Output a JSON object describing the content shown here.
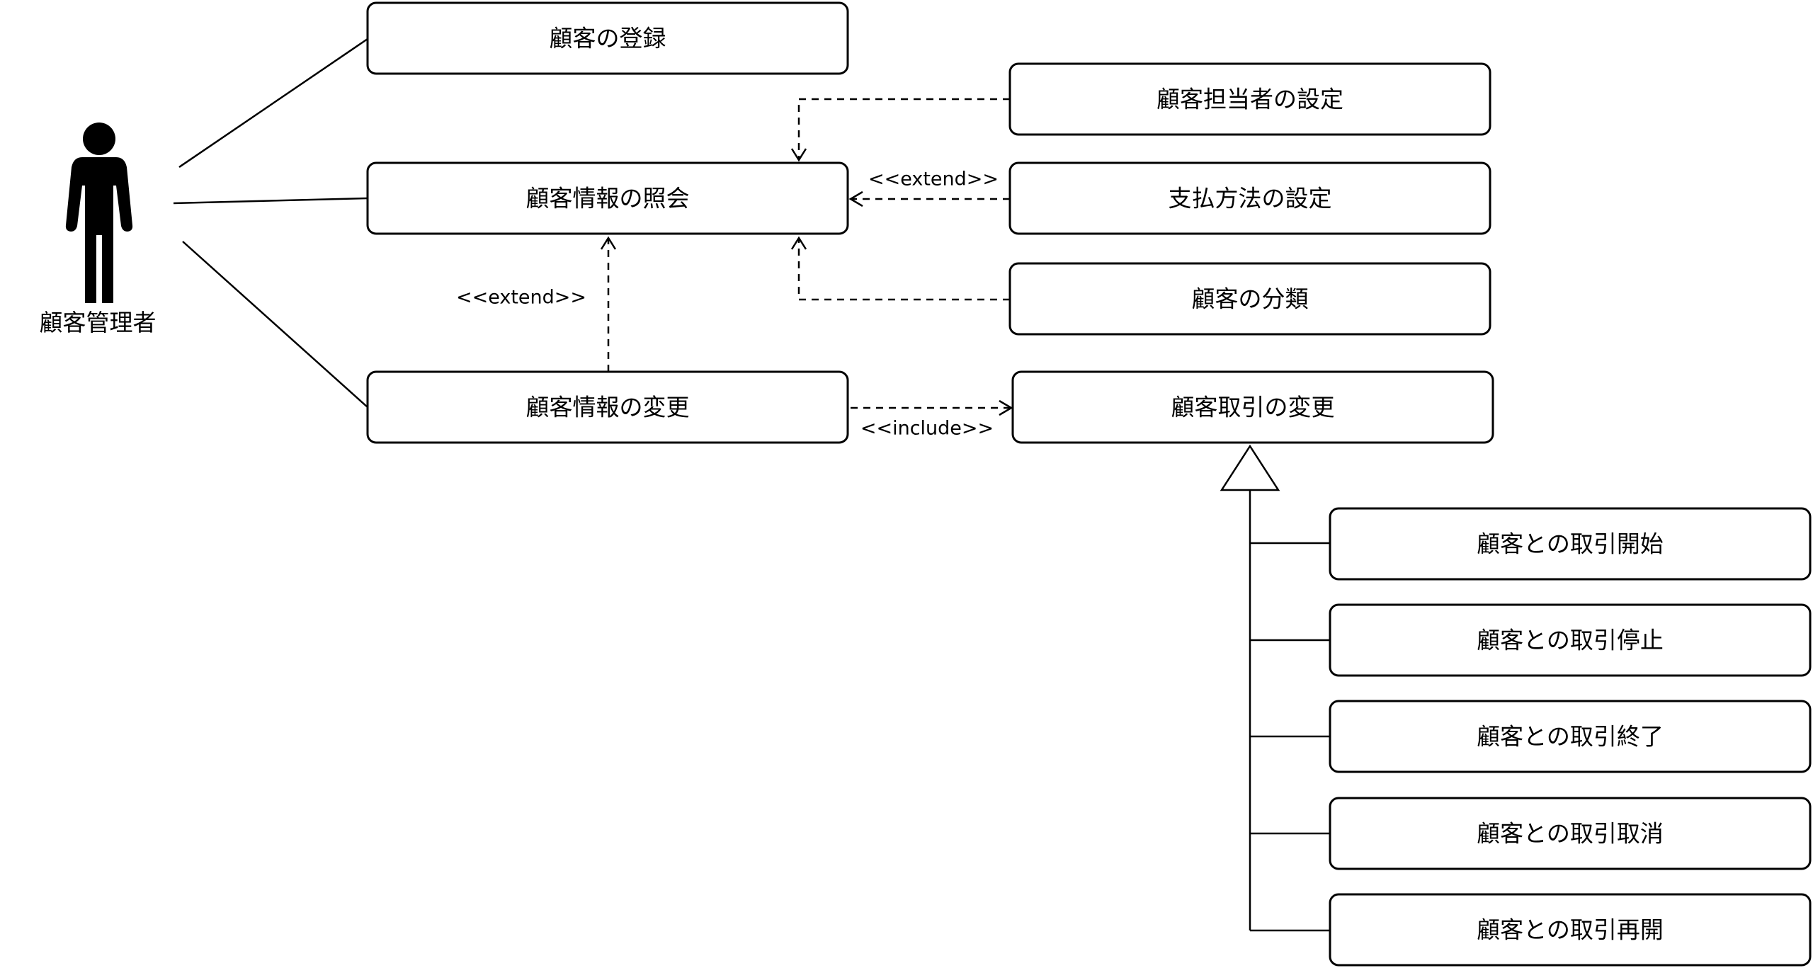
{
  "actor": {
    "label": "顧客管理者",
    "icon": "person-icon"
  },
  "use_cases": {
    "register": "顧客の登録",
    "inquiry": "顧客情報の照会",
    "modify": "顧客情報の変更",
    "assign_rep": "顧客担当者の設定",
    "payment_method": "支払方法の設定",
    "classify": "顧客の分類",
    "change_transaction": "顧客取引の変更",
    "start_transaction": "顧客との取引開始",
    "stop_transaction": "顧客との取引停止",
    "end_transaction": "顧客との取引終了",
    "cancel_transaction": "顧客との取引取消",
    "resume_transaction": "顧客との取引再開"
  },
  "relations": {
    "extend_payment": "<<extend>>",
    "extend_modify": "<<extend>>",
    "include_change": "<<include>>"
  }
}
